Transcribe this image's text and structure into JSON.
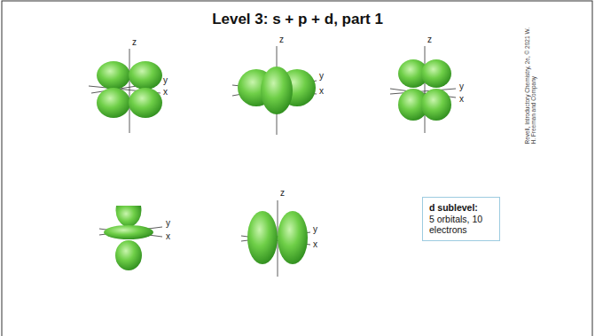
{
  "diagram": {
    "title": "Level 3: s + p + d, part 1",
    "nodes": [
      {
        "text": [
          "d sublevel:",
          "5 orbitals, 10 electrons"
        ]
      }
    ],
    "labels": [
      "z",
      "y",
      "x",
      "z",
      "y",
      "x",
      "z",
      "y",
      "x",
      "y",
      "x",
      "z",
      "y",
      "x",
      "Revell, Introductory Chemistry, 2e, © 2021 W. H. Freeman and Company"
    ]
  }
}
